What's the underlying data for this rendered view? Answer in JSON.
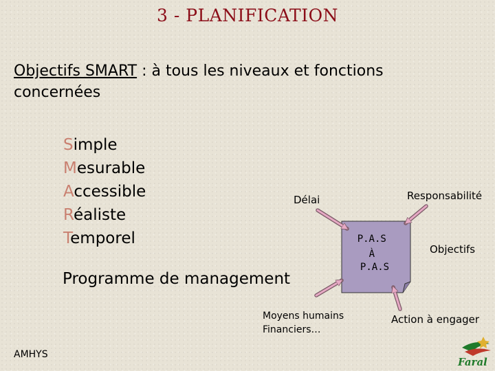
{
  "slide": {
    "title": "3 - PLANIFICATION",
    "subtitle_underlined": "Objectifs SMART",
    "subtitle_rest": " :  à tous les niveaux et fonctions concernées",
    "smart": [
      {
        "letter": "S",
        "rest": "imple"
      },
      {
        "letter": "M",
        "rest": "esurable"
      },
      {
        "letter": "A",
        "rest": "ccessible"
      },
      {
        "letter": "R",
        "rest": "éaliste"
      },
      {
        "letter": "T",
        "rest": "emporel"
      }
    ],
    "programme": "Programme de management",
    "footer": "AMHYS"
  },
  "diagram": {
    "center_lines": [
      "P.A.S",
      "À",
      "P.A.S"
    ],
    "delai": "Délai",
    "responsabilite": "Responsabilité",
    "objectifs": "Objectifs",
    "moyens_line1": "Moyens humains",
    "moyens_line2": "Financiers…",
    "action": "Action à engager",
    "note_color": "#a99bc0",
    "arrow_color": "#e6a9c4"
  },
  "logo": {
    "text": "Faral"
  }
}
